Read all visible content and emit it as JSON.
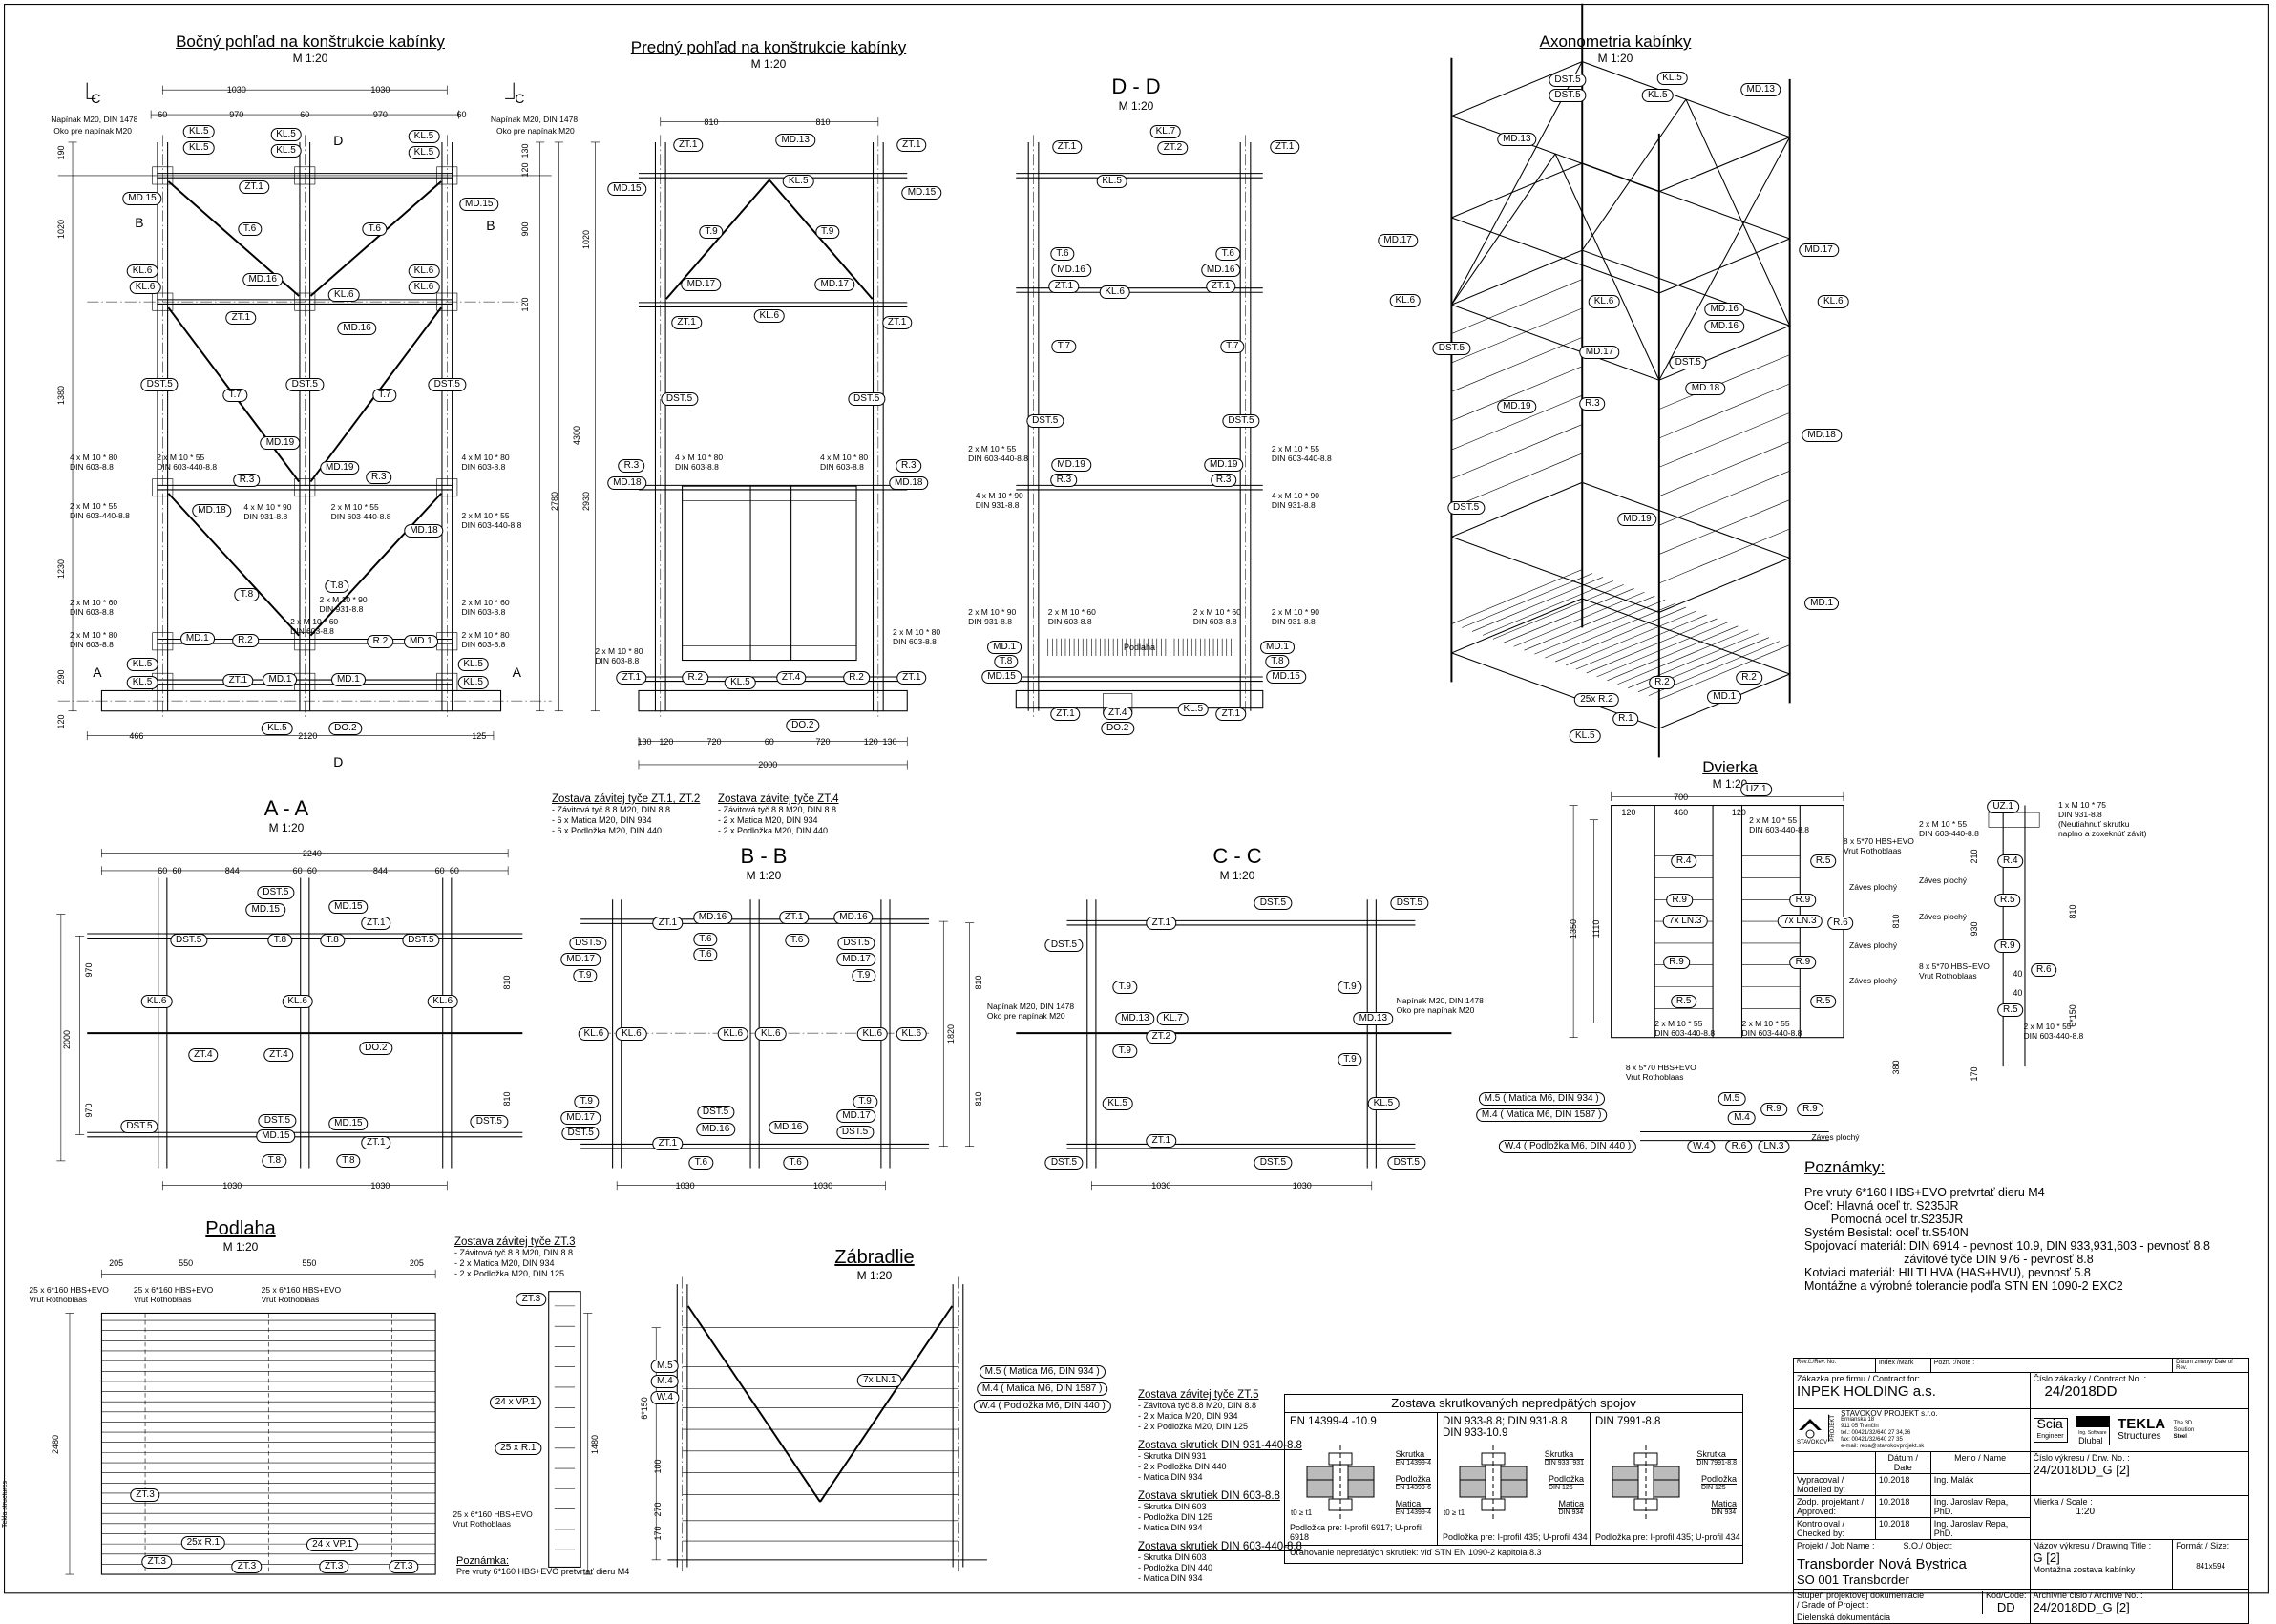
{
  "sheet": {
    "side_text": "Tekla structures"
  },
  "views": {
    "side": {
      "title": "Bočný pohľad na konštrukcie kabínky",
      "scale": "M 1:20",
      "items": [
        "KL.5",
        "KL.5",
        "KL.5",
        "KL.5",
        "KL.5",
        "KL.5",
        "ZT.1",
        "MD.15",
        "MD.15",
        "T.6",
        "T.6",
        "KL.6",
        "KL.6",
        "MD.16",
        "KL.6",
        "KL.6",
        "KL.6",
        "ZT.1",
        "MD.16",
        "DST.5",
        "DST.5",
        "DST.5",
        "T.7",
        "T.7",
        "MD.19",
        "MD.19",
        "R.3",
        "R.3",
        "MD.18",
        "MD.18",
        "T.8",
        "T.8",
        "MD.1",
        "R.2",
        "R.2",
        "MD.1",
        "ZT.1",
        "MD.1",
        "MD.1",
        "KL.5",
        "KL.5",
        "KL.5",
        "KL.5",
        "KL.5",
        "DO.2",
        "1030",
        "1030",
        "60",
        "970",
        "60",
        "970",
        "60",
        "190",
        "1020",
        "1380",
        "1230",
        "290",
        "120",
        "130",
        "120",
        "900",
        "120",
        "4300",
        "2780",
        "466",
        "2120",
        "125",
        "Napínak M20, DIN 1478",
        "Oko pre napínak M20",
        "Napínak M20, DIN 1478",
        "Oko pre napínak M20",
        "4 x M 10 * 80\nDIN 603-8.8",
        "2 x M 10 * 55\nDIN 603-440-8.8",
        "4 x M 10 * 80\nDIN 603-8.8",
        "2 x M 10 * 55\nDIN 603-440-8.8",
        "4 x M 10 * 90\nDIN 931-8.8",
        "2 x M 10 * 55\nDIN 603-440-8.8",
        "2 x M 10 * 55\nDIN 603-440-8.8",
        "2 x M 10 * 90\nDIN 931-8.8",
        "2 x M 10 * 60\nDIN 603-8.8",
        "2 x M 10 * 60\nDIN 603-8.8",
        "2 x M 10 * 80\nDIN 603-8.8",
        "2 x M 10 * 60\nDIN 603-8.8",
        "2 x M 10 * 80\nDIN 603-8.8",
        "C",
        "C",
        "B",
        "B",
        "A",
        "A",
        "D",
        "D"
      ]
    },
    "front": {
      "title": "Predný pohľad na konštrukcie kabínky",
      "scale": "M 1:20",
      "items": [
        "ZT.1",
        "MD.13",
        "ZT.1",
        "MD.15",
        "KL.5",
        "MD.15",
        "T.9",
        "T.9",
        "MD.17",
        "MD.17",
        "ZT.1",
        "KL.6",
        "ZT.1",
        "DST.5",
        "DST.5",
        "R.3",
        "MD.18",
        "R.3",
        "MD.18",
        "ZT.1",
        "R.2",
        "KL.5",
        "ZT.4",
        "R.2",
        "ZT.1",
        "DO.2",
        "810",
        "810",
        "1020",
        "2930",
        "130",
        "120",
        "720",
        "60",
        "720",
        "120",
        "130",
        "2000",
        "4 x M 10 * 80\nDIN 603-8.8",
        "4 x M 10 * 80\nDIN 603-8.8",
        "2 x M 10 * 80\nDIN 603-8.8",
        "2 x M 10 * 80\nDIN 603-8.8"
      ]
    },
    "dd": {
      "title": "D - D",
      "scale": "M 1:20",
      "items": [
        "KL.7",
        "ZT.2",
        "ZT.1",
        "ZT.1",
        "KL.5",
        "T.6",
        "MD.16",
        "ZT.1",
        "T.6",
        "MD.16",
        "ZT.1",
        "KL.6",
        "T.7",
        "T.7",
        "DST.5",
        "DST.5",
        "MD.19",
        "R.3",
        "MD.19",
        "R.3",
        "MD.1",
        "T.8",
        "MD.15",
        "MD.1",
        "T.8",
        "MD.15",
        "ZT.1",
        "ZT.4",
        "KL.5",
        "ZT.1",
        "DO.2",
        "Podlaha",
        "2 x M 10 * 55\nDIN 603-440-8.8",
        "2 x M 10 * 55\nDIN 603-440-8.8",
        "4 x M 10 * 90\nDIN 931-8.8",
        "4 x M 10 * 90\nDIN 931-8.8",
        "2 x M 10 * 90\nDIN 931-8.8",
        "2 x M 10 * 90\nDIN 931-8.8",
        "2 x M 10 * 60\nDIN 603-8.8",
        "2 x M 10 * 60\nDIN 603-8.8"
      ]
    },
    "axo": {
      "title": "Axonometria kabínky",
      "scale": "M 1:20",
      "items": [
        "DST.5",
        "KL.5",
        "DST.5",
        "KL.5",
        "MD.13",
        "MD.13",
        "MD.17",
        "MD.17",
        "KL.6",
        "KL.6",
        "KL.6",
        "MD.16",
        "MD.16",
        "MD.17",
        "DST.5",
        "DST.5",
        "MD.18",
        "MD.19",
        "R.3",
        "MD.19",
        "MD.18",
        "MD.1",
        "R.2",
        "25x R.2",
        "R.1",
        "MD.1",
        "KL.5",
        "R.2",
        "DST.5"
      ]
    },
    "aa": {
      "title": "A - A",
      "scale": "M 1:20",
      "items": [
        "DST.5",
        "MD.15",
        "MD.15",
        "DST.5",
        "T.8",
        "T.8",
        "ZT.1",
        "DST.5",
        "KL.6",
        "KL.6",
        "KL.6",
        "ZT.4",
        "ZT.4",
        "DO.2",
        "DST.5",
        "DST.5",
        "MD.15",
        "MD.15",
        "ZT.1",
        "DST.5",
        "T.8",
        "T.8",
        "2240",
        "60",
        "60",
        "844",
        "60",
        "60",
        "844",
        "60",
        "60",
        "970",
        "2000",
        "970",
        "810",
        "810",
        "1030",
        "1030"
      ]
    },
    "bb": {
      "title": "B - B",
      "scale": "M 1:20",
      "items": [
        "ZT.1",
        "MD.16",
        "ZT.1",
        "MD.16",
        "DST.5",
        "MD.17",
        "T.9",
        "T.6",
        "T.6",
        "T.6",
        "DST.5",
        "MD.17",
        "T.9",
        "KL.6",
        "KL.6",
        "KL.6",
        "KL.6",
        "KL.6",
        "KL.6",
        "T.9",
        "MD.17",
        "DST.5",
        "DST.5",
        "MD.16",
        "MD.16",
        "T.9",
        "MD.17",
        "DST.5",
        "ZT.1",
        "T.6",
        "T.6",
        "1030",
        "1030",
        "1820"
      ]
    },
    "cc": {
      "title": "C - C",
      "scale": "M 1:20",
      "items": [
        "ZT.1",
        "DST.5",
        "DST.5",
        "DST.5",
        "T.9",
        "T.9",
        "MD.13",
        "KL.7",
        "MD.13",
        "ZT.2",
        "T.9",
        "T.9",
        "KL.5",
        "KL.5",
        "ZT.1",
        "DST.5",
        "DST.5",
        "DST.5",
        "1030",
        "1030",
        "810",
        "810",
        "Napínak M20, DIN 1478\nOko pre napínak M20",
        "Napínak M20, DIN 1478\nOko pre napínak M20"
      ]
    },
    "door": {
      "title": "Dvierka",
      "scale": "M 1:20",
      "items": [
        "UZ.1",
        "R.4",
        "R.5",
        "R.9",
        "R.9",
        "7x LN.3",
        "7x LN.3",
        "R.6",
        "R.9",
        "R.9",
        "R.5",
        "R.5",
        "UZ.1",
        "R.4",
        "R.5",
        "R.9",
        "R.6",
        "R.5",
        "M.5 ( Matica M6, DIN 934 )",
        "M.4 ( Matica M6, DIN 1587 )",
        "W.4 ( Podložka M6, DIN 440 )",
        "M.5",
        "M.4",
        "W.4",
        "R.6",
        "LN.3",
        "R.9",
        "R.9",
        "700",
        "120",
        "460",
        "120",
        "1350",
        "1110",
        "810",
        "380",
        "930",
        "210",
        "170",
        "810",
        "6*150",
        "40",
        "40",
        "2 x M 10 * 55\nDIN 603-440-8.8",
        "8 x 5*70 HBS+EVO\nVrut Rothoblaas",
        "Záves plochý",
        "Záves plochý",
        "2 x M 10 * 55\nDIN 603-440-8.8",
        "2 x M 10 * 55\nDIN 603-440-8.8",
        "8 x 5*70 HBS+EVO\nVrut Rothoblaas",
        "Záves plochý",
        "1 x M 10 * 75\nDIN 931-8.8\n(Neutiahnuť skrutku\nnaplno a zoxeknúť závit)",
        "2 x M 10 * 55\nDIN 603-440-8.8",
        "Záves plochý",
        "Záves plochý",
        "8 x 5*70 HBS+EVO\nVrut Rothoblaas",
        "2 x M 10 * 55\nDIN 603-440-8.8",
        "Záves plochý"
      ]
    },
    "floor": {
      "title": "Podlaha",
      "scale": "M 1:20",
      "items": [
        "ZT.3",
        "25x R.1",
        "ZT.3",
        "ZT.3",
        "24 x VP.1",
        "ZT.3",
        "ZT.3",
        "ZT.3",
        "24 x VP.1",
        "25 x R.1",
        "205",
        "550",
        "550",
        "205",
        "2480",
        "1480",
        "25 x 6*160 HBS+EVO\nVrut Rothoblaas",
        "25 x 6*160 HBS+EVO\nVrut Rothoblaas",
        "25 x 6*160 HBS+EVO\nVrut Rothoblaas",
        "25 x 6*160 HBS+EVO\nVrut Rothoblaas"
      ],
      "remark_title": "Poznámka:",
      "remark_text": "Pre vruty 6*160 HBS+EVO pretvrtať dieru M4"
    },
    "rail": {
      "title": "Zábradlie",
      "scale": "M 1:20",
      "items": [
        "M.5",
        "M.4",
        "W.4",
        "7x LN.1",
        "M.5 ( Matica M6, DIN 934 )",
        "M.4 ( Matica M6, DIN 1587 )",
        "W.4 ( Podložka M6, DIN 440 )",
        "6*150",
        "100",
        "270",
        "170"
      ]
    }
  },
  "lists": [
    {
      "title": "Zostava závitej tyče ZT.1, ZT.2",
      "lines": [
        "- Závitová tyč 8.8 M20, DIN 8.8",
        "- 6 x Matica M20, DIN 934",
        "- 6 x Podložka M20, DIN 440"
      ]
    },
    {
      "title": "Zostava závitej tyče ZT.4",
      "lines": [
        "- Závitová tyč 8.8 M20, DIN 8.8",
        "- 2 x Matica M20, DIN 934",
        "- 2 x Podložka M20, DIN 440"
      ]
    },
    {
      "title": "Zostava závitej tyče ZT.3",
      "lines": [
        "- Závitová tyč 8.8 M20, DIN 8.8",
        "- 2 x Matica M20, DIN 934",
        "- 2 x Podložka M20, DIN 125"
      ]
    },
    {
      "title": "Zostava závitej tyče ZT.5",
      "lines": [
        "- Závitová tyč 8.8 M20, DIN 8.8",
        "- 2 x Matica M20, DIN 934",
        "- 2 x Podložka M20, DIN 125"
      ]
    },
    {
      "title": "Zostava skrutiek DIN 931-440-8.8",
      "lines": [
        "- Skrutka DIN 931",
        "- 2 x Podložka DIN 440",
        "- Matica DIN 934"
      ]
    },
    {
      "title": "Zostava skrutiek DIN 603-8.8",
      "lines": [
        "- Skrutka DIN 603",
        "- Podložka DIN 125",
        "- Matica DIN 934"
      ]
    },
    {
      "title": "Zostava skrutiek DIN 603-440-8.8",
      "lines": [
        "- Skrutka DIN 603",
        "- Podložka DIN 440",
        "- Matica DIN 934"
      ]
    }
  ],
  "notes": {
    "title": "Poznámky:",
    "lines": [
      "Pre vruty 6*160 HBS+EVO pretvrtať dieru M4",
      "",
      "",
      "Oceľ: Hlavná oceľ tr. S235JR",
      "        Pomocná oceľ tr.S235JR",
      "Systém Besistal: oceľ tr.S540N",
      "Spojovací materiál: DIN 6914 - pevnosť 10.9, DIN 933,931,603 - pevnosť 8.8",
      "                              závitové tyče DIN 976 - pevnosť 8.8",
      "Kotviaci materiál: HILTI HVA (HAS+HVU), pevnosť 5.8",
      "",
      "Montážne a výrobné tolerancie podľa STN EN 1090-2 EXC2"
    ]
  },
  "bolt_table": {
    "title": "Zostava skrutkovaných nepredpätých spojov",
    "columns": [
      {
        "name": "EN 14399-4 -10.9",
        "labels": [
          [
            "Skrutka",
            "EN 14399-4"
          ],
          [
            "Podložka",
            "EN 14399-6"
          ],
          [
            "Matica",
            "EN 14399-4"
          ]
        ],
        "formula": "t0 ≥ t1",
        "footer": "Podložka pre: I-profil 6917; U-profil 6918"
      },
      {
        "name": "DIN 933-8.8; DIN 931-8.8\nDIN 933-10.9",
        "labels": [
          [
            "Skrutka",
            "DIN 933; 931"
          ],
          [
            "Podložka",
            "DIN 125"
          ],
          [
            "Matica",
            "DIN 934"
          ]
        ],
        "formula": "t0 ≥ t1",
        "footer": "Podložka pre: I-profil 435; U-profil 434"
      },
      {
        "name": "DIN 7991-8.8",
        "labels": [
          [
            "Skrutka",
            "DIN 7991-8.8"
          ],
          [
            "Podložka",
            "DIN 125"
          ],
          [
            "Matica",
            "DIN 934"
          ]
        ],
        "formula": "",
        "footer": "Podložka pre: I-profil 435; U-profil 434"
      }
    ],
    "footnote": "Uťahovanie nepredátých skrutiek: viď STN EN 1090-2 kapitola 8.3"
  },
  "title_block": {
    "rev_no": "Rev.č./Rev. No.",
    "index": "Index /Mark",
    "note": "Pozn. :/Note :",
    "date_rev": "Dátum zmeny/ Date of Rev.",
    "contract_for_label": "Zákazka pre firmu / Contract for:",
    "contract_for": "INPEK HOLDING a.s.",
    "contract_no_label": "Číslo zákazky / Contract No. :",
    "contract_no": "24/2018DD",
    "company": {
      "name": "STAVOKOV PROJEKT s.r.o.",
      "address": "Brnianska 18",
      "city": "911 05 Trenčín",
      "tel": "tel.: 00421/32/640 27 34,36",
      "fax": "fax: 00421/32/640 27 35",
      "email": "e-mail: repa@stavokovprojekt.sk",
      "logo_text": "STAVOKOV",
      "logo_side": "PROJEKT"
    },
    "software": {
      "scia": "Scia",
      "scia_sub": "Engineer",
      "dlubal_sub": "Ing. Software",
      "dlubal": "Dlubal",
      "tekla": "TEKLA",
      "tekla_sub": "Structures",
      "tekla_note": "The 3D Solution",
      "tekla_steel": "Steel"
    },
    "date_header": "Dátum / Date",
    "name_header": "Meno / Name",
    "rows": [
      {
        "role": "Vypracoval / Modelled by:",
        "date": "10.2018",
        "name": "Ing. Malák"
      },
      {
        "role": "Zodp. projektant / Approved:",
        "date": "10.2018",
        "name": "Ing. Jaroslav Repa, PhD."
      },
      {
        "role": "Kontroloval / Checked by:",
        "date": "10.2018",
        "name": "Ing. Jaroslav Repa, PhD."
      }
    ],
    "drw_no_label": "Číslo výkresu / Drw. No. :",
    "drw_no": "24/2018DD_G   [2]",
    "scale_label": "Mierka / Scale :",
    "scale": "1:20",
    "job_label": "Projekt / Job Name :",
    "object_label": "S.O./ Object:",
    "job": "Transborder Nová Bystrica",
    "object": "SO 001 Transborder",
    "title_label": "Názov výkresu / Drawing Title :",
    "title_code": "G   [2]",
    "title": "Montážna zostava kabínky",
    "format_label": "Formát / Size:",
    "format": "841x594",
    "grade_label": "Stupeň projektovej dokumentácie / Grade of Project :",
    "grade": "Dielenská dokumentácia",
    "code_label": "Kód/Code:",
    "code": "DD",
    "archive_label": "Archívne číslo / Archive No. :",
    "archive": "24/2018DD_G   [2]"
  }
}
